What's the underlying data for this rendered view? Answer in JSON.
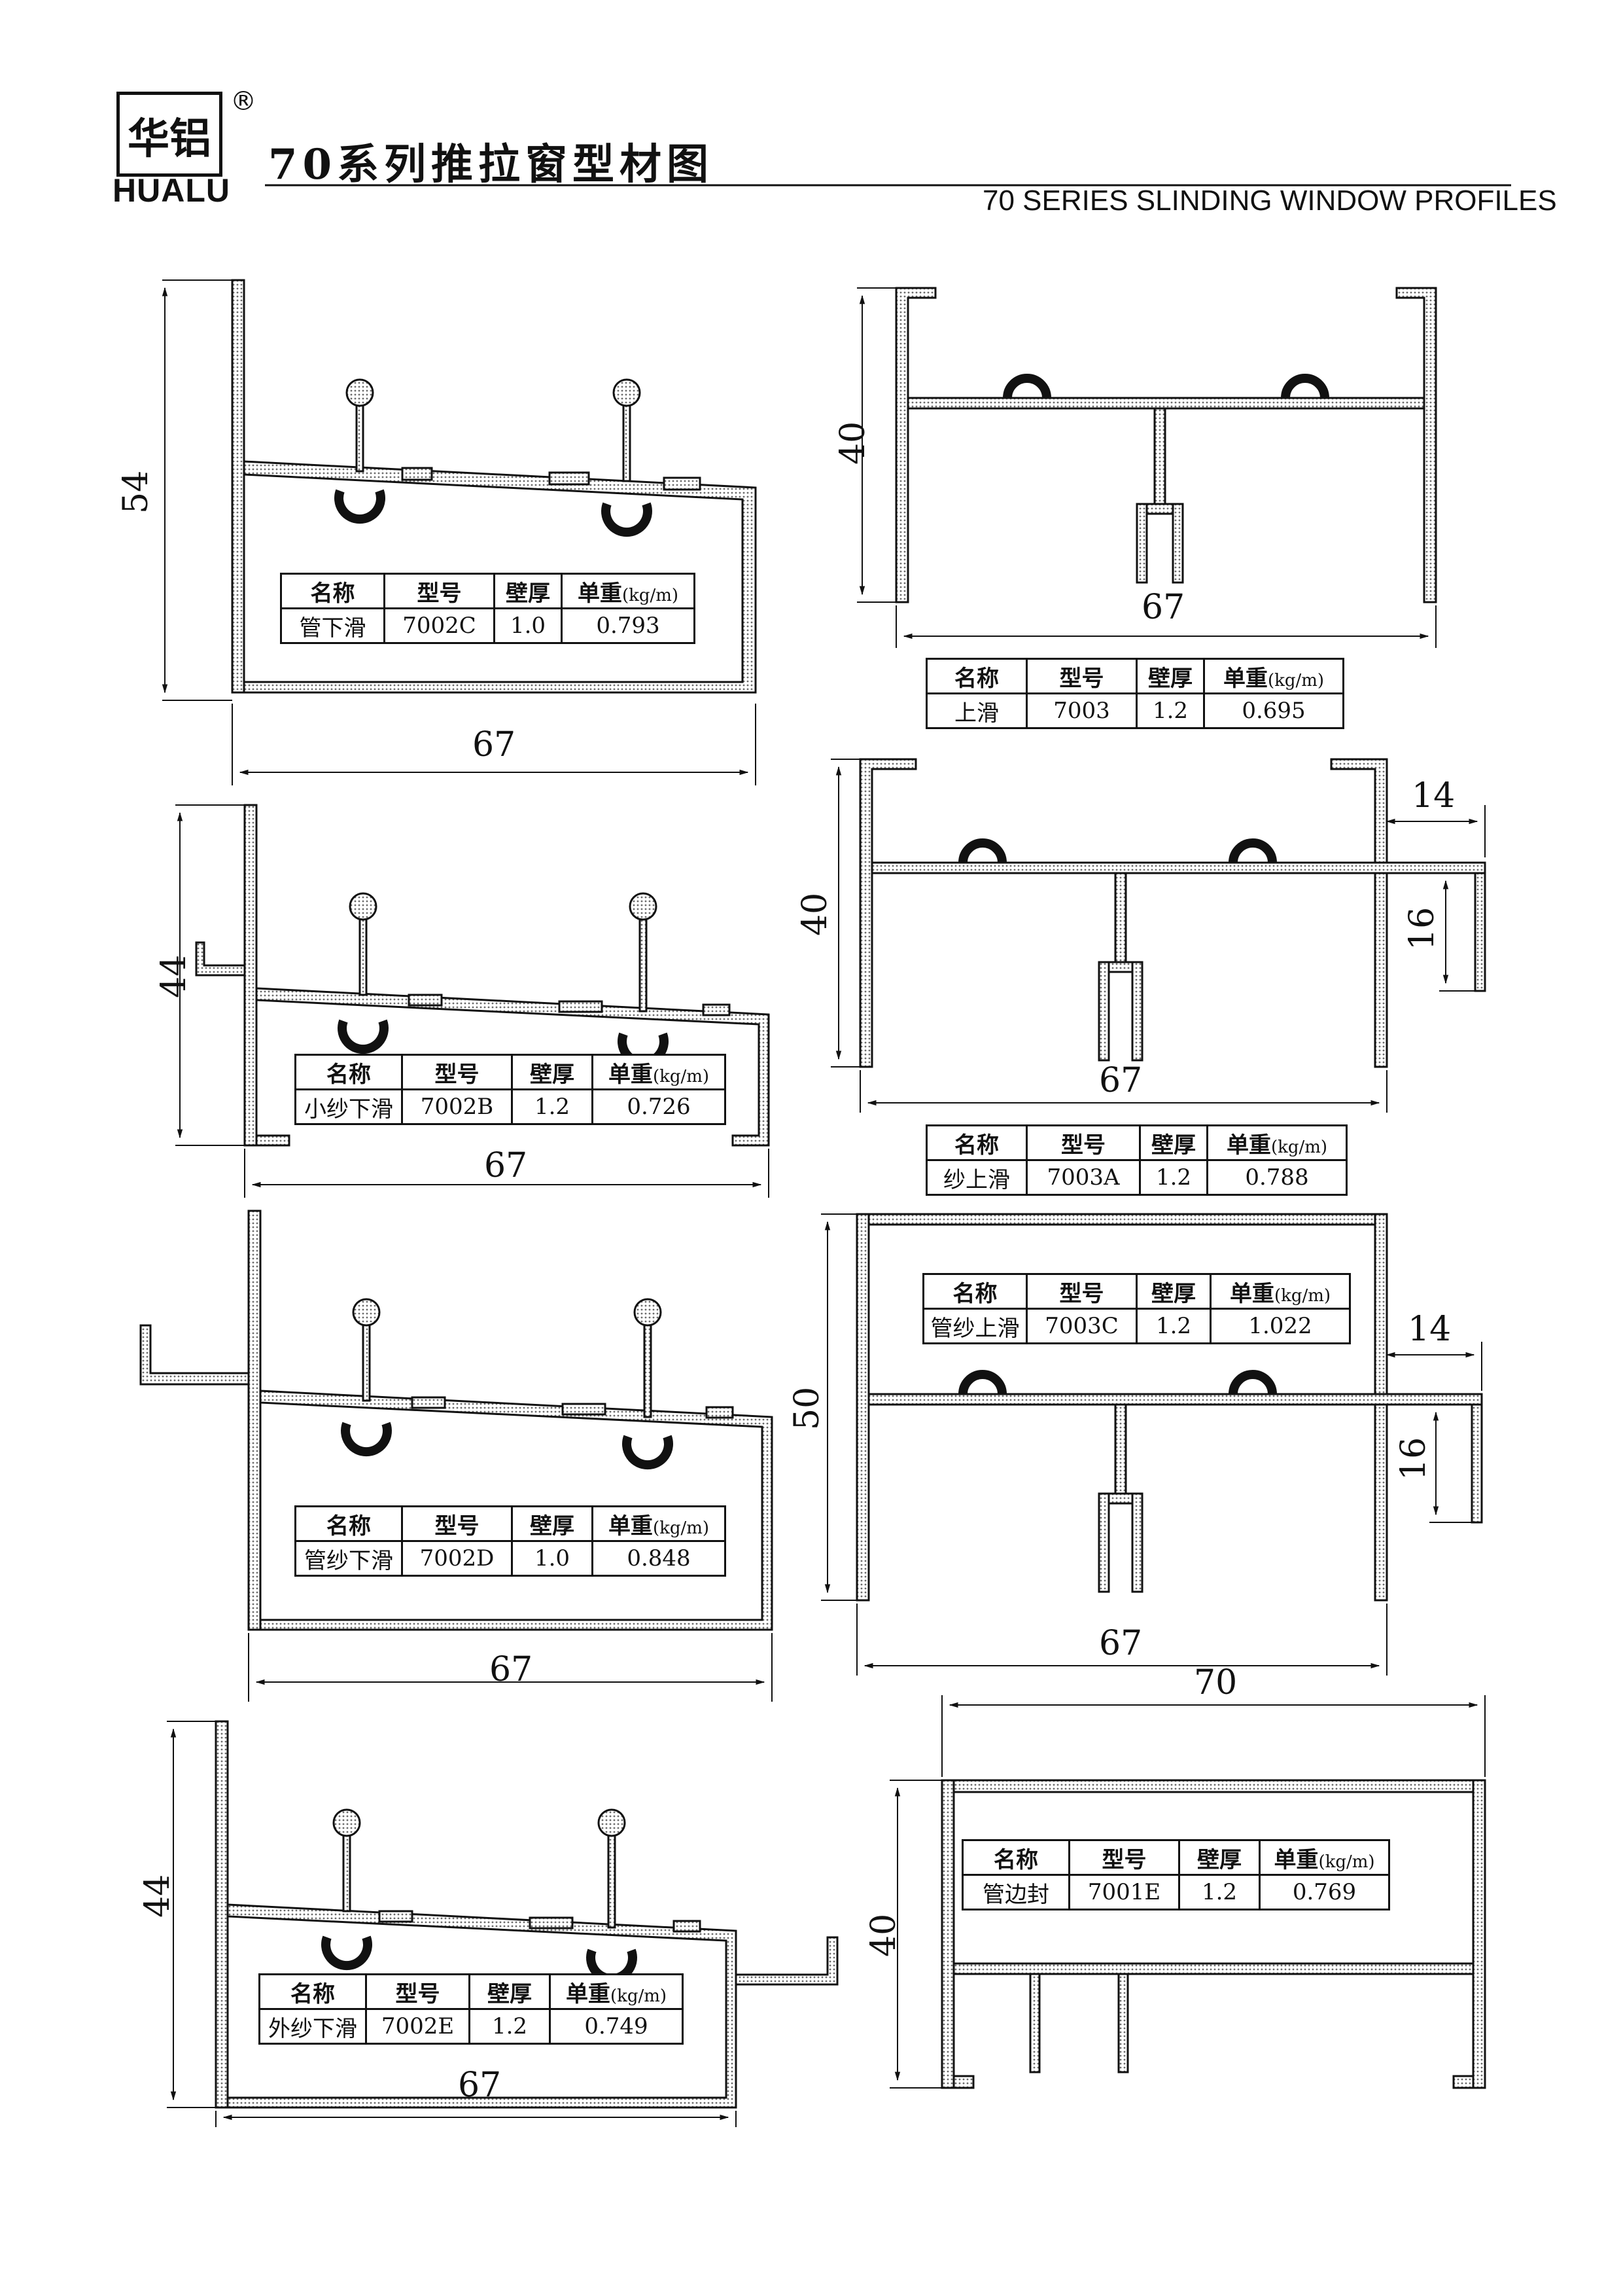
{
  "header": {
    "logo_cn": "华铝",
    "logo_en": "HUALU",
    "logo_reg": "®",
    "title_cn": "70系列推拉窗型材图",
    "title_en": "70 SERIES SLINDING WINDOW PROFILES"
  },
  "table_headers": {
    "name": "名称",
    "model": "型号",
    "thickness": "壁厚",
    "weight": "单重",
    "weight_unit": "(kg/m)"
  },
  "profiles": [
    {
      "name": "管下滑",
      "model": "7002C",
      "thickness": "1.0",
      "weight": "0.793",
      "dims": {
        "width": "67",
        "height": "54"
      }
    },
    {
      "name": "上滑",
      "model": "7003",
      "thickness": "1.2",
      "weight": "0.695",
      "dims": {
        "width": "67",
        "height": "40"
      }
    },
    {
      "name": "小纱下滑",
      "model": "7002B",
      "thickness": "1.2",
      "weight": "0.726",
      "dims": {
        "width": "67",
        "height": "44"
      }
    },
    {
      "name": "纱上滑",
      "model": "7003A",
      "thickness": "1.2",
      "weight": "0.788",
      "dims": {
        "width": "67",
        "height": "40",
        "side_w": "14",
        "side_h": "16"
      }
    },
    {
      "name": "管纱下滑",
      "model": "7002D",
      "thickness": "1.0",
      "weight": "0.848",
      "dims": {
        "width": "67"
      }
    },
    {
      "name": "管纱上滑",
      "model": "7003C",
      "thickness": "1.2",
      "weight": "1.022",
      "dims": {
        "width": "67",
        "height": "50",
        "side_w": "14",
        "side_h": "16"
      }
    },
    {
      "name": "外纱下滑",
      "model": "7002E",
      "thickness": "1.2",
      "weight": "0.749",
      "dims": {
        "width": "67",
        "height": "44"
      }
    },
    {
      "name": "管边封",
      "model": "7001E",
      "thickness": "1.2",
      "weight": "0.769",
      "dims": {
        "width": "70",
        "height": "40"
      }
    }
  ]
}
